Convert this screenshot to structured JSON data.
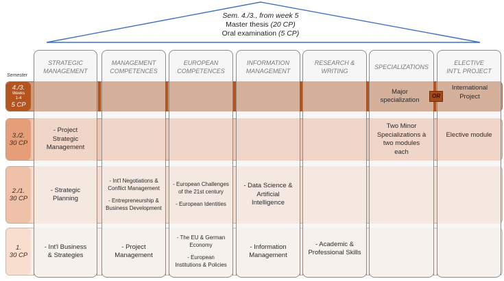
{
  "roof": {
    "line1": "Sem. 4./3., from week 5",
    "line2_text": "Master thesis ",
    "line2_cp": "(20 CP)",
    "line3_text": "Oral examination ",
    "line3_cp": "(5 CP)"
  },
  "semester_header": "Semester",
  "columns": [
    {
      "line1": "Strategic",
      "line2": "Management"
    },
    {
      "line1": "Management",
      "line2": "Competences"
    },
    {
      "line1": "European",
      "line2": "Competences"
    },
    {
      "line1": "Information",
      "line2": "Management"
    },
    {
      "line1": "Research &",
      "line2": "Writing"
    },
    {
      "line1": "Specializations",
      "line2": ""
    },
    {
      "line1": "Elective",
      "line2": "Int'l Project"
    }
  ],
  "semesters": [
    {
      "label": "4./3.",
      "weeks_line1": "Weeks",
      "weeks_line2": "1-4",
      "cp": "5 CP"
    },
    {
      "label": "3./2.",
      "cp": "30 CP"
    },
    {
      "label": "2./1.",
      "cp": "30 CP"
    },
    {
      "label": "1.",
      "cp": "30 CP"
    }
  ],
  "cells": {
    "r1_spec": [
      "Major",
      "specialization"
    ],
    "r1_or": "OR",
    "r1_elective": [
      "International",
      "Project"
    ],
    "r2_strategic": [
      "- Project",
      "Strategic",
      "Management"
    ],
    "r2_spec": [
      "Two Minor",
      "Specializations à",
      "two modules",
      "each"
    ],
    "r2_elective": "Elective module",
    "r3_strategic": [
      "- Strategic",
      "Planning"
    ],
    "r3_mgmt_a": [
      "- Int'l Negotiations &",
      "Conflict Management"
    ],
    "r3_mgmt_b": [
      "- Entrepreneurship &",
      "Business Development"
    ],
    "r3_eu_a": [
      "- European Challenges",
      "of the 21st century"
    ],
    "r3_eu_b": "- European Identities",
    "r3_info": [
      "- Data Science &",
      "Artificial",
      "Intelligence"
    ],
    "r4_strategic": [
      "- Int'l Business",
      "& Strategies"
    ],
    "r4_mgmt": [
      "- Project",
      "Management"
    ],
    "r4_eu_a": [
      "- The EU & German",
      "Economy"
    ],
    "r4_eu_b": [
      "- European",
      "Institutions & Policies"
    ],
    "r4_info": [
      "- Information",
      "Management"
    ],
    "r4_research": [
      "- Academic &",
      "Professional Skills"
    ]
  },
  "colors": {
    "roof_line": "#3f6fc4",
    "sem_dark": "#b4541f",
    "or_box": "#a64a14"
  }
}
